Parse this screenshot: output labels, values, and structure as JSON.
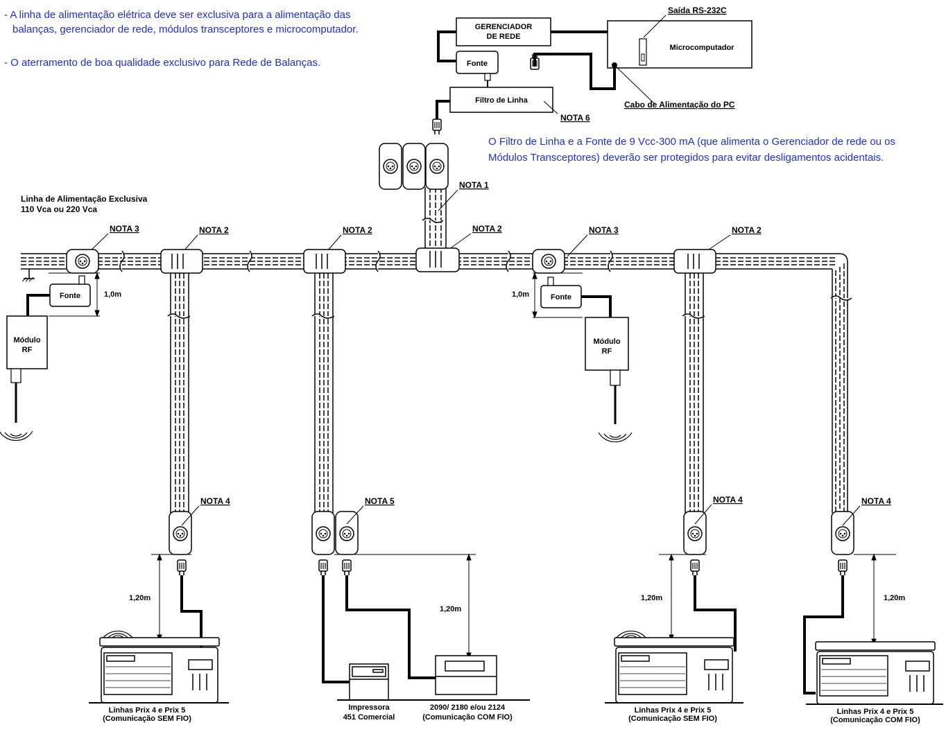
{
  "notes": {
    "exclusive_line_1": "- A linha de alimentação elétrica deve ser exclusiva para a alimentação das",
    "exclusive_line_2": "balanças, gerenciador de rede, módulos transceptores e microcomputador.",
    "grounding": "-  O aterramento de boa qualidade exclusivo para Rede de Balanças.",
    "filter_protect_1": "O Filtro de Linha e a Fonte de 9 Vcc-300 mA (que alimenta o Gerenciador de rede ou os",
    "filter_protect_2": "Módulos Transceptores) deverão ser protegidos para evitar desligamentos acidentais."
  },
  "top": {
    "network_manager_1": "GERENCIADOR",
    "network_manager_2": "DE REDE",
    "power_supply": "Fonte",
    "line_filter": "Filtro de Linha",
    "rs232_output": "Saída RS-232C",
    "computer": "Microcomputador",
    "pc_power_cable": "Cabo de Alimentação do PC"
  },
  "power_line": {
    "title_1": "Linha de Alimentação Exclusiva",
    "title_2": "110 Vca ou 220 Vca"
  },
  "labels": {
    "nota1": "NOTA 1",
    "nota2": "NOTA 2",
    "nota3": "NOTA 3",
    "nota4": "NOTA 4",
    "nota5": "NOTA 5",
    "nota6": "NOTA 6",
    "fonte": "Fonte",
    "modulo": "Módulo",
    "rf": "RF",
    "dist_1m": "1,0m",
    "dist_120": "1,20m"
  },
  "devices": {
    "scale1_1": "Linhas Prix 4 e Prix 5",
    "scale1_2": "(Comunicação SEM FIO)",
    "printer_1": "Impressora",
    "printer_2": "451 Comercial",
    "scale2_1": "2090/ 2180 e/ou 2124",
    "scale2_2": "(Comunicação COM FIO)",
    "scale3_1": "Linhas Prix 4 e Prix 5",
    "scale3_2": "(Comunicação SEM FIO)",
    "scale4_1": "Linhas Prix 4 e Prix 5",
    "scale4_2": "(Comunicação COM FIO)"
  },
  "colors": {
    "note_text": "#1f2ed6",
    "line": "#000000"
  }
}
